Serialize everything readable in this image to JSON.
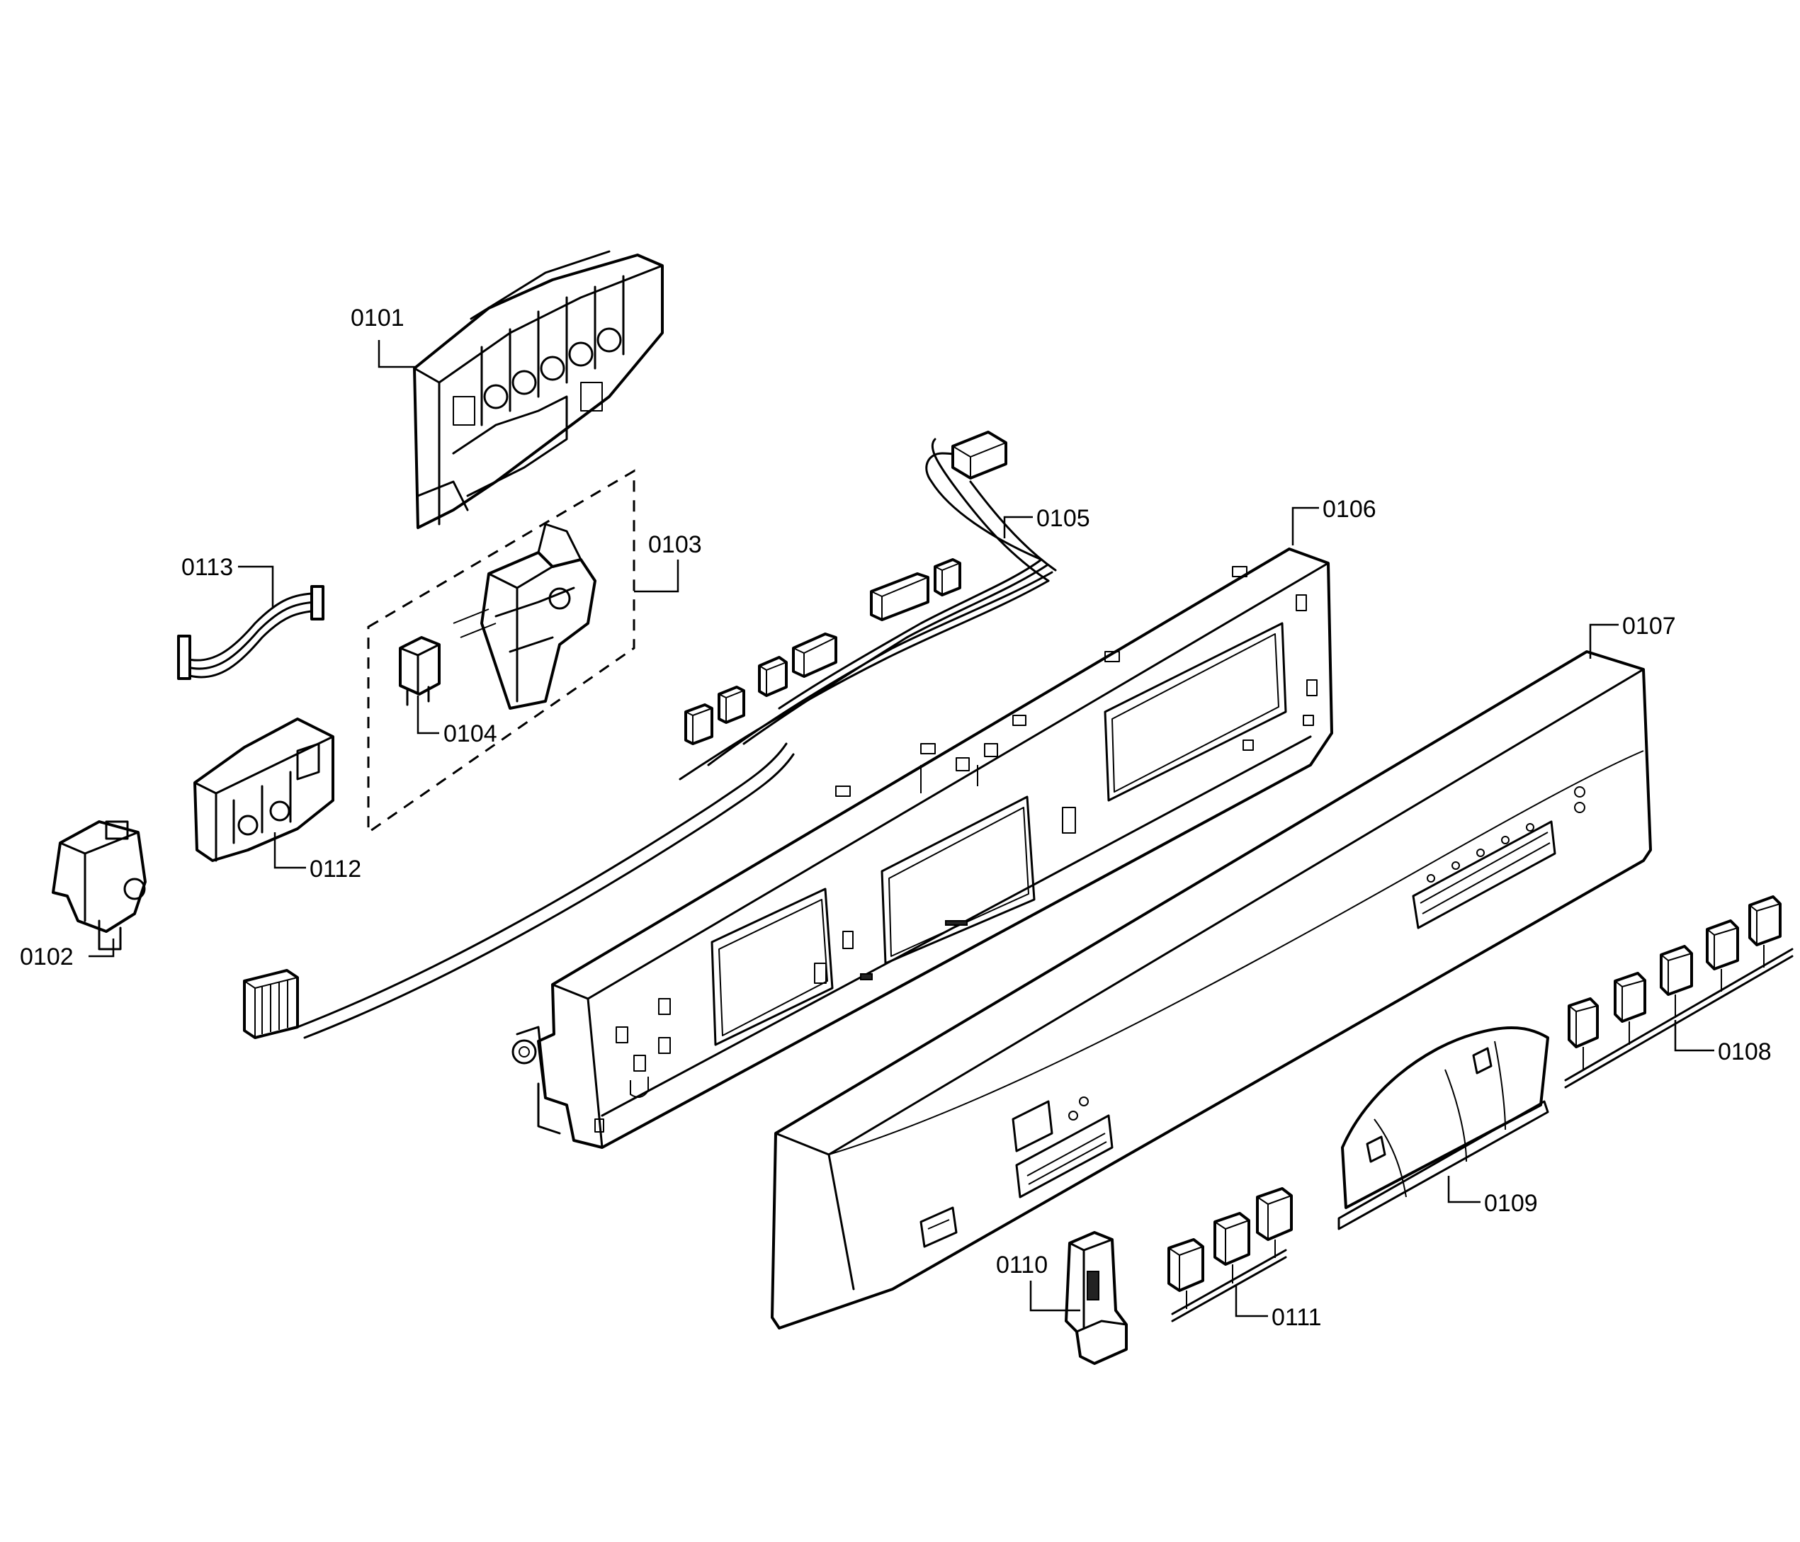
{
  "callouts": {
    "p0101": "0101",
    "p0102": "0102",
    "p0103": "0103",
    "p0104": "0104",
    "p0105": "0105",
    "p0106": "0106",
    "p0107": "0107",
    "p0108": "0108",
    "p0109": "0109",
    "p0110": "0110",
    "p0111": "0111",
    "p0112": "0112",
    "p0113": "0113"
  }
}
